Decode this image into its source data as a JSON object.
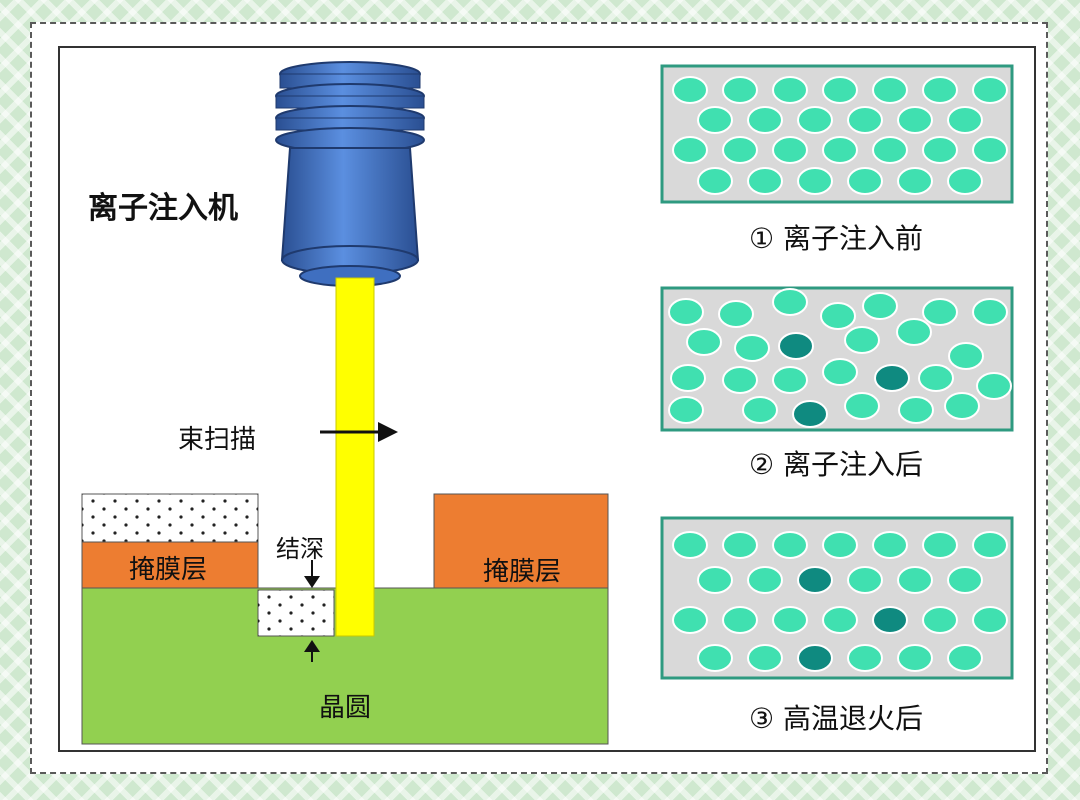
{
  "labels": {
    "implanter": "离子注入机",
    "beam_scan": "束扫描",
    "junction_depth": "结深",
    "mask_left": "掩膜层",
    "mask_right": "掩膜层",
    "wafer": "晶圆"
  },
  "panels": [
    {
      "caption": "① 离子注入前"
    },
    {
      "caption": "② 离子注入后"
    },
    {
      "caption": "③ 高温退火后"
    }
  ],
  "colors": {
    "beam": "#ffff00",
    "wafer": "#92d050",
    "mask": "#ed7d31",
    "implanter_body": "#4472c4",
    "atom_light": "#40e0b0",
    "atom_dark": "#0f8a80",
    "lattice_bg": "#d9d9d9",
    "lattice_border": "#2e9a80"
  }
}
